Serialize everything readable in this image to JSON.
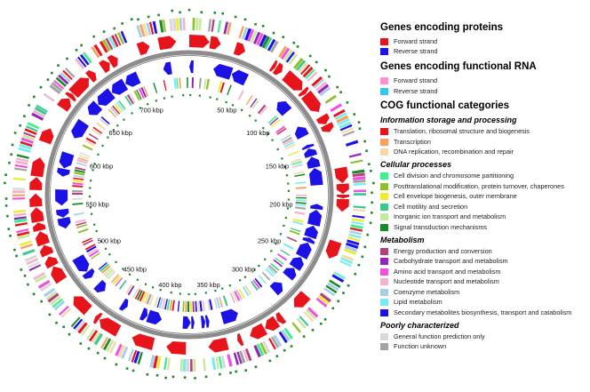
{
  "genome_map": {
    "tick_labels": [
      "50 kbp",
      "100 kbp",
      "150 kbp",
      "200 kbp",
      "250 kbp",
      "300 kbp",
      "350 kbp",
      "400 kbp",
      "450 kbp",
      "500 kbp",
      "550 kbp",
      "600 kbp",
      "650 kbp",
      "700 kbp"
    ],
    "ring_colors": {
      "forward": "#e8141b",
      "reverse": "#1c12e6",
      "backbone": "#8c8c8c",
      "marker": "#1f8a2e"
    }
  },
  "legend": {
    "proteins": {
      "title": "Genes encoding proteins",
      "items": [
        {
          "label": "Forward strand",
          "color": "#e8141b"
        },
        {
          "label": "Reverse strand",
          "color": "#1c12e6"
        }
      ]
    },
    "rna": {
      "title": "Genes encoding functional RNA",
      "items": [
        {
          "label": "Forward strand",
          "color": "#ff8fcf"
        },
        {
          "label": "Reverse strand",
          "color": "#33c7f2"
        }
      ]
    },
    "cog": {
      "title": "COG functional categories",
      "groups": [
        {
          "title": "Information storage and processing",
          "items": [
            {
              "label": "Translation, ribosomal structure and biogenesis",
              "color": "#e8141b"
            },
            {
              "label": "Transcription",
              "color": "#f5a25d"
            },
            {
              "label": "DNA replication, recombination and repair",
              "color": "#f2d9a6"
            }
          ]
        },
        {
          "title": "Cellular processes",
          "items": [
            {
              "label": "Cell division and chromosome partitioning",
              "color": "#3df08f"
            },
            {
              "label": "Posttranslational modification, protein turnover, chaperones",
              "color": "#8fbf2a"
            },
            {
              "label": "Cell envelope biogenesis, outer membrane",
              "color": "#eded2d"
            },
            {
              "label": "Cell motility and secretion",
              "color": "#3cc98f"
            },
            {
              "label": "Inorganic ion transport and metabolism",
              "color": "#c6e89f"
            },
            {
              "label": "Signal transduction mechanisms",
              "color": "#1b8a2a"
            }
          ]
        },
        {
          "title": "Metabolism",
          "items": [
            {
              "label": "Energy production and conversion",
              "color": "#b5407a"
            },
            {
              "label": "Carbohydrate transport and metabolism",
              "color": "#8f28b8"
            },
            {
              "label": "Amino acid transport and metabolism",
              "color": "#f04fe0"
            },
            {
              "label": "Nucleotide transport and metabolism",
              "color": "#f2b3cf"
            },
            {
              "label": "Coenzyme metabolism",
              "color": "#a8cde8"
            },
            {
              "label": "Lipid metabolism",
              "color": "#78ecef"
            },
            {
              "label": "Secondary metabolites biosynthesis, transport and catabolism",
              "color": "#1c12e6"
            }
          ]
        },
        {
          "title": "Poorly characterized",
          "items": [
            {
              "label": "General function prediction only",
              "color": "#d8d8d8"
            },
            {
              "label": "Function unknown",
              "color": "#a3a3a3"
            }
          ]
        }
      ]
    }
  }
}
